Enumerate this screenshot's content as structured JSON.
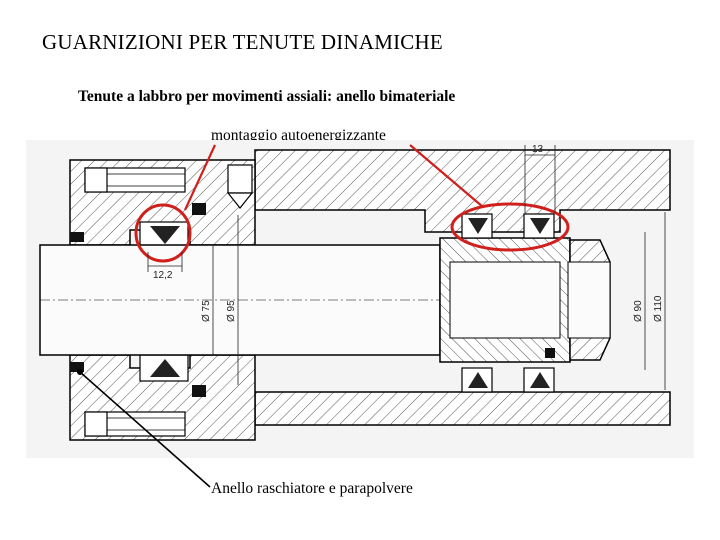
{
  "heading": "GUARNIZIONI PER TENUTE DINAMICHE",
  "subheading": "Tenute a labbro per movimenti assiali: anello bimateriale",
  "callouts": {
    "top": "montaggio autoenergizzante",
    "bottom": "Anello raschiatore e parapolvere"
  },
  "dimensions": {
    "d13": "13",
    "d12_2": "12,2",
    "d75": "Ø 75",
    "d95": "Ø 95",
    "d90": "Ø 90",
    "d110": "Ø 110"
  },
  "colors": {
    "highlight": "#d0201c",
    "line": "#000000",
    "hatch": "#555555"
  }
}
